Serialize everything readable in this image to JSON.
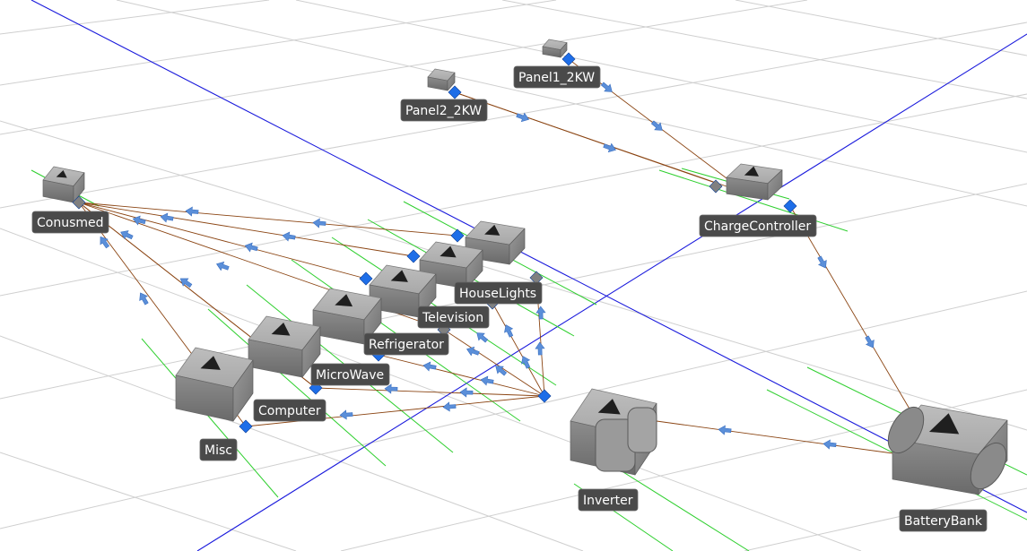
{
  "colors": {
    "background": "#ffffff",
    "grid": "#cfcfcf",
    "axis": "#1a1adc",
    "guide": "#2ecf2e",
    "link": "#8b4513",
    "arrow": "#5b8fd9",
    "port": "#1e6ee8",
    "port_inactive": "#808080",
    "label_bg": "#4a4a4a",
    "label_text": "#ffffff"
  },
  "nodes": [
    {
      "id": "conusmed",
      "label": "Conusmed"
    },
    {
      "id": "panel1",
      "label": "Panel1_2KW"
    },
    {
      "id": "panel2",
      "label": "Panel2_2KW"
    },
    {
      "id": "chargecontroller",
      "label": "ChargeController"
    },
    {
      "id": "houselights",
      "label": "HouseLights"
    },
    {
      "id": "television",
      "label": "Television"
    },
    {
      "id": "refrigerator",
      "label": "Refrigerator"
    },
    {
      "id": "microwave",
      "label": "MicroWave"
    },
    {
      "id": "computer",
      "label": "Computer"
    },
    {
      "id": "misc",
      "label": "Misc"
    },
    {
      "id": "inverter",
      "label": "Inverter"
    },
    {
      "id": "batterybank",
      "label": "BatteryBank"
    }
  ],
  "connections": [
    {
      "from": "panel1",
      "to": "chargecontroller"
    },
    {
      "from": "panel2",
      "to": "chargecontroller"
    },
    {
      "from": "chargecontroller",
      "to": "batterybank"
    },
    {
      "from": "batterybank",
      "to": "inverter"
    },
    {
      "from": "inverter",
      "to": "houselights"
    },
    {
      "from": "inverter",
      "to": "television"
    },
    {
      "from": "inverter",
      "to": "refrigerator"
    },
    {
      "from": "inverter",
      "to": "microwave"
    },
    {
      "from": "inverter",
      "to": "computer"
    },
    {
      "from": "inverter",
      "to": "misc"
    },
    {
      "from": "houselights",
      "to": "conusmed"
    },
    {
      "from": "television",
      "to": "conusmed"
    },
    {
      "from": "refrigerator",
      "to": "conusmed"
    },
    {
      "from": "microwave",
      "to": "conusmed"
    },
    {
      "from": "computer",
      "to": "conusmed"
    },
    {
      "from": "misc",
      "to": "conusmed"
    }
  ]
}
